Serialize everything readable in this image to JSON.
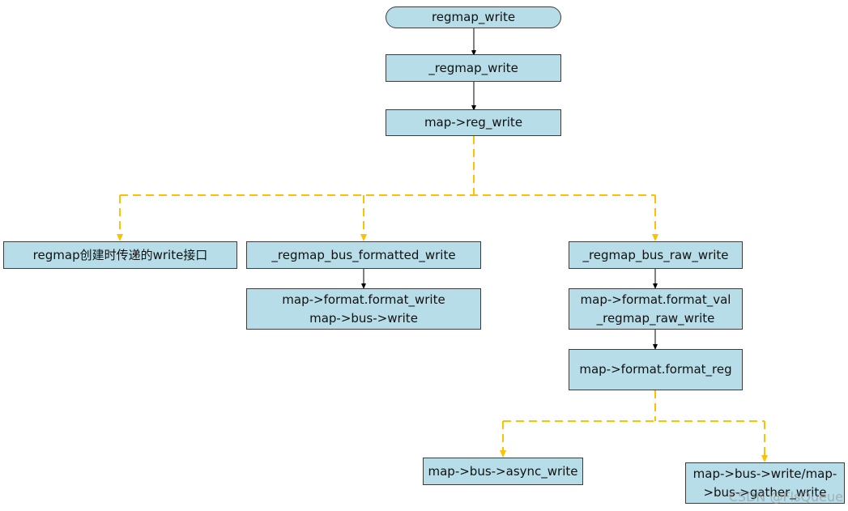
{
  "nodes": {
    "regmap_write": "regmap_write",
    "_regmap_write": "_regmap_write",
    "reg_write": "map->reg_write",
    "create_iface": "regmap创建时传递的write接口",
    "bus_formatted": "_regmap_bus_formatted_write",
    "format_write": "map->format.format_write",
    "bus_write": "map->bus->write",
    "bus_raw": "_regmap_bus_raw_write",
    "format_val": "map->format.format_val",
    "raw_write": "_regmap_raw_write",
    "format_reg": "map->format.format_reg",
    "async_write": "map->bus->async_write",
    "write_gather_1": "map->bus->write/map-",
    "write_gather_2": ">bus->gather_write"
  },
  "watermark": "CSDN @FlsQueue",
  "colors": {
    "box_fill": "#b7dde8",
    "box_border": "#3c3c3c",
    "solid_arrow": "#000000",
    "dashed_arrow": "#ffc000"
  }
}
